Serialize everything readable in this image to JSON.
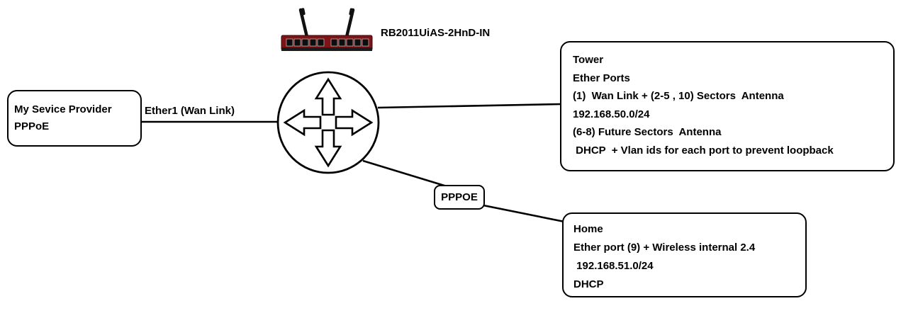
{
  "diagram": {
    "device_label": "RB2011UiAS-2HnD-IN",
    "provider_box": {
      "line1": "My Sevice Provider",
      "line2": "PPPoE"
    },
    "wan_link_label": "Ether1 (Wan Link)",
    "pppoe_label": "PPPOE",
    "tower_box": {
      "title": "Tower",
      "lines": [
        "Ether Ports",
        "(1)  Wan Link + (2-5 , 10) Sectors  Antenna",
        "192.168.50.0/24",
        "(6-8) Future Sectors  Antenna",
        " DHCP  + Vlan ids for each port to prevent loopback"
      ]
    },
    "home_box": {
      "title": "Home",
      "lines": [
        "Ether port (9) + Wireless internal 2.4",
        " 192.168.51.0/24",
        "DHCP"
      ]
    },
    "icons": {
      "router_symbol": "router-crossed-arrows",
      "router_device": "rb2011-router-with-antennas"
    },
    "colors": {
      "line": "#000000",
      "device_body": "#7e1416",
      "background": "#ffffff"
    }
  }
}
